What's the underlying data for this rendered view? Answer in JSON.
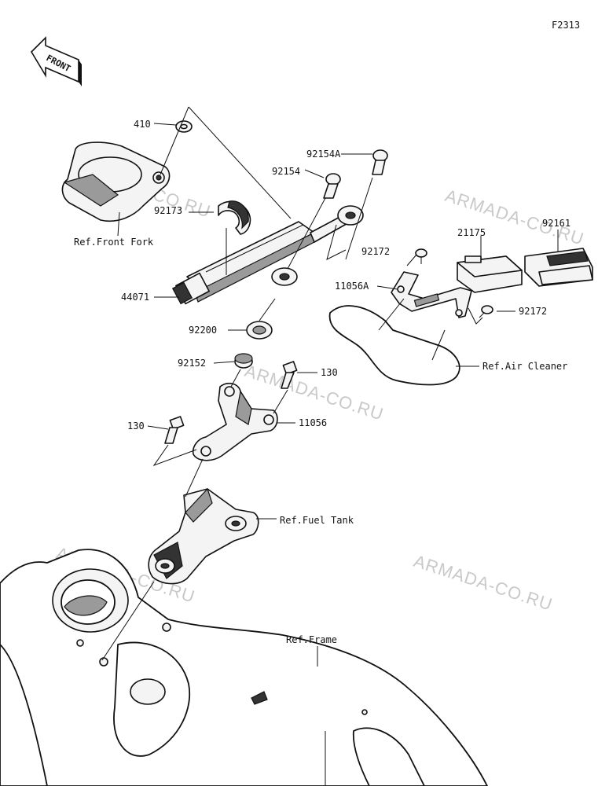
{
  "figure_code": "F2313",
  "front_label": "FRONT",
  "watermarks": [
    "ARMADA-CO.RU",
    "ARMADA-CO.RU",
    "ARMADA-CO.RU",
    "ARMADA-CO.RU",
    "ARMADA-CO.RU"
  ],
  "callouts": {
    "p410": "410",
    "p92154A": "92154A",
    "p92154": "92154",
    "p92173": "92173",
    "ref_front_fork": "Ref.Front Fork",
    "p44071": "44071",
    "p92200": "92200",
    "p92152": "92152",
    "p130_right": "130",
    "p11056": "11056",
    "p130_left": "130",
    "ref_fuel_tank": "Ref.Fuel Tank",
    "p92172_top": "92172",
    "p21175": "21175",
    "p92161": "92161",
    "p11056A": "11056A",
    "p92172_right": "92172",
    "ref_air_cleaner": "Ref.Air Cleaner",
    "ref_frame": "Ref.Frame"
  },
  "colors": {
    "line": "#111111",
    "part_fill": "#f4f4f4",
    "shade": "#9a9a9a",
    "watermark": "#c9c9c9"
  }
}
